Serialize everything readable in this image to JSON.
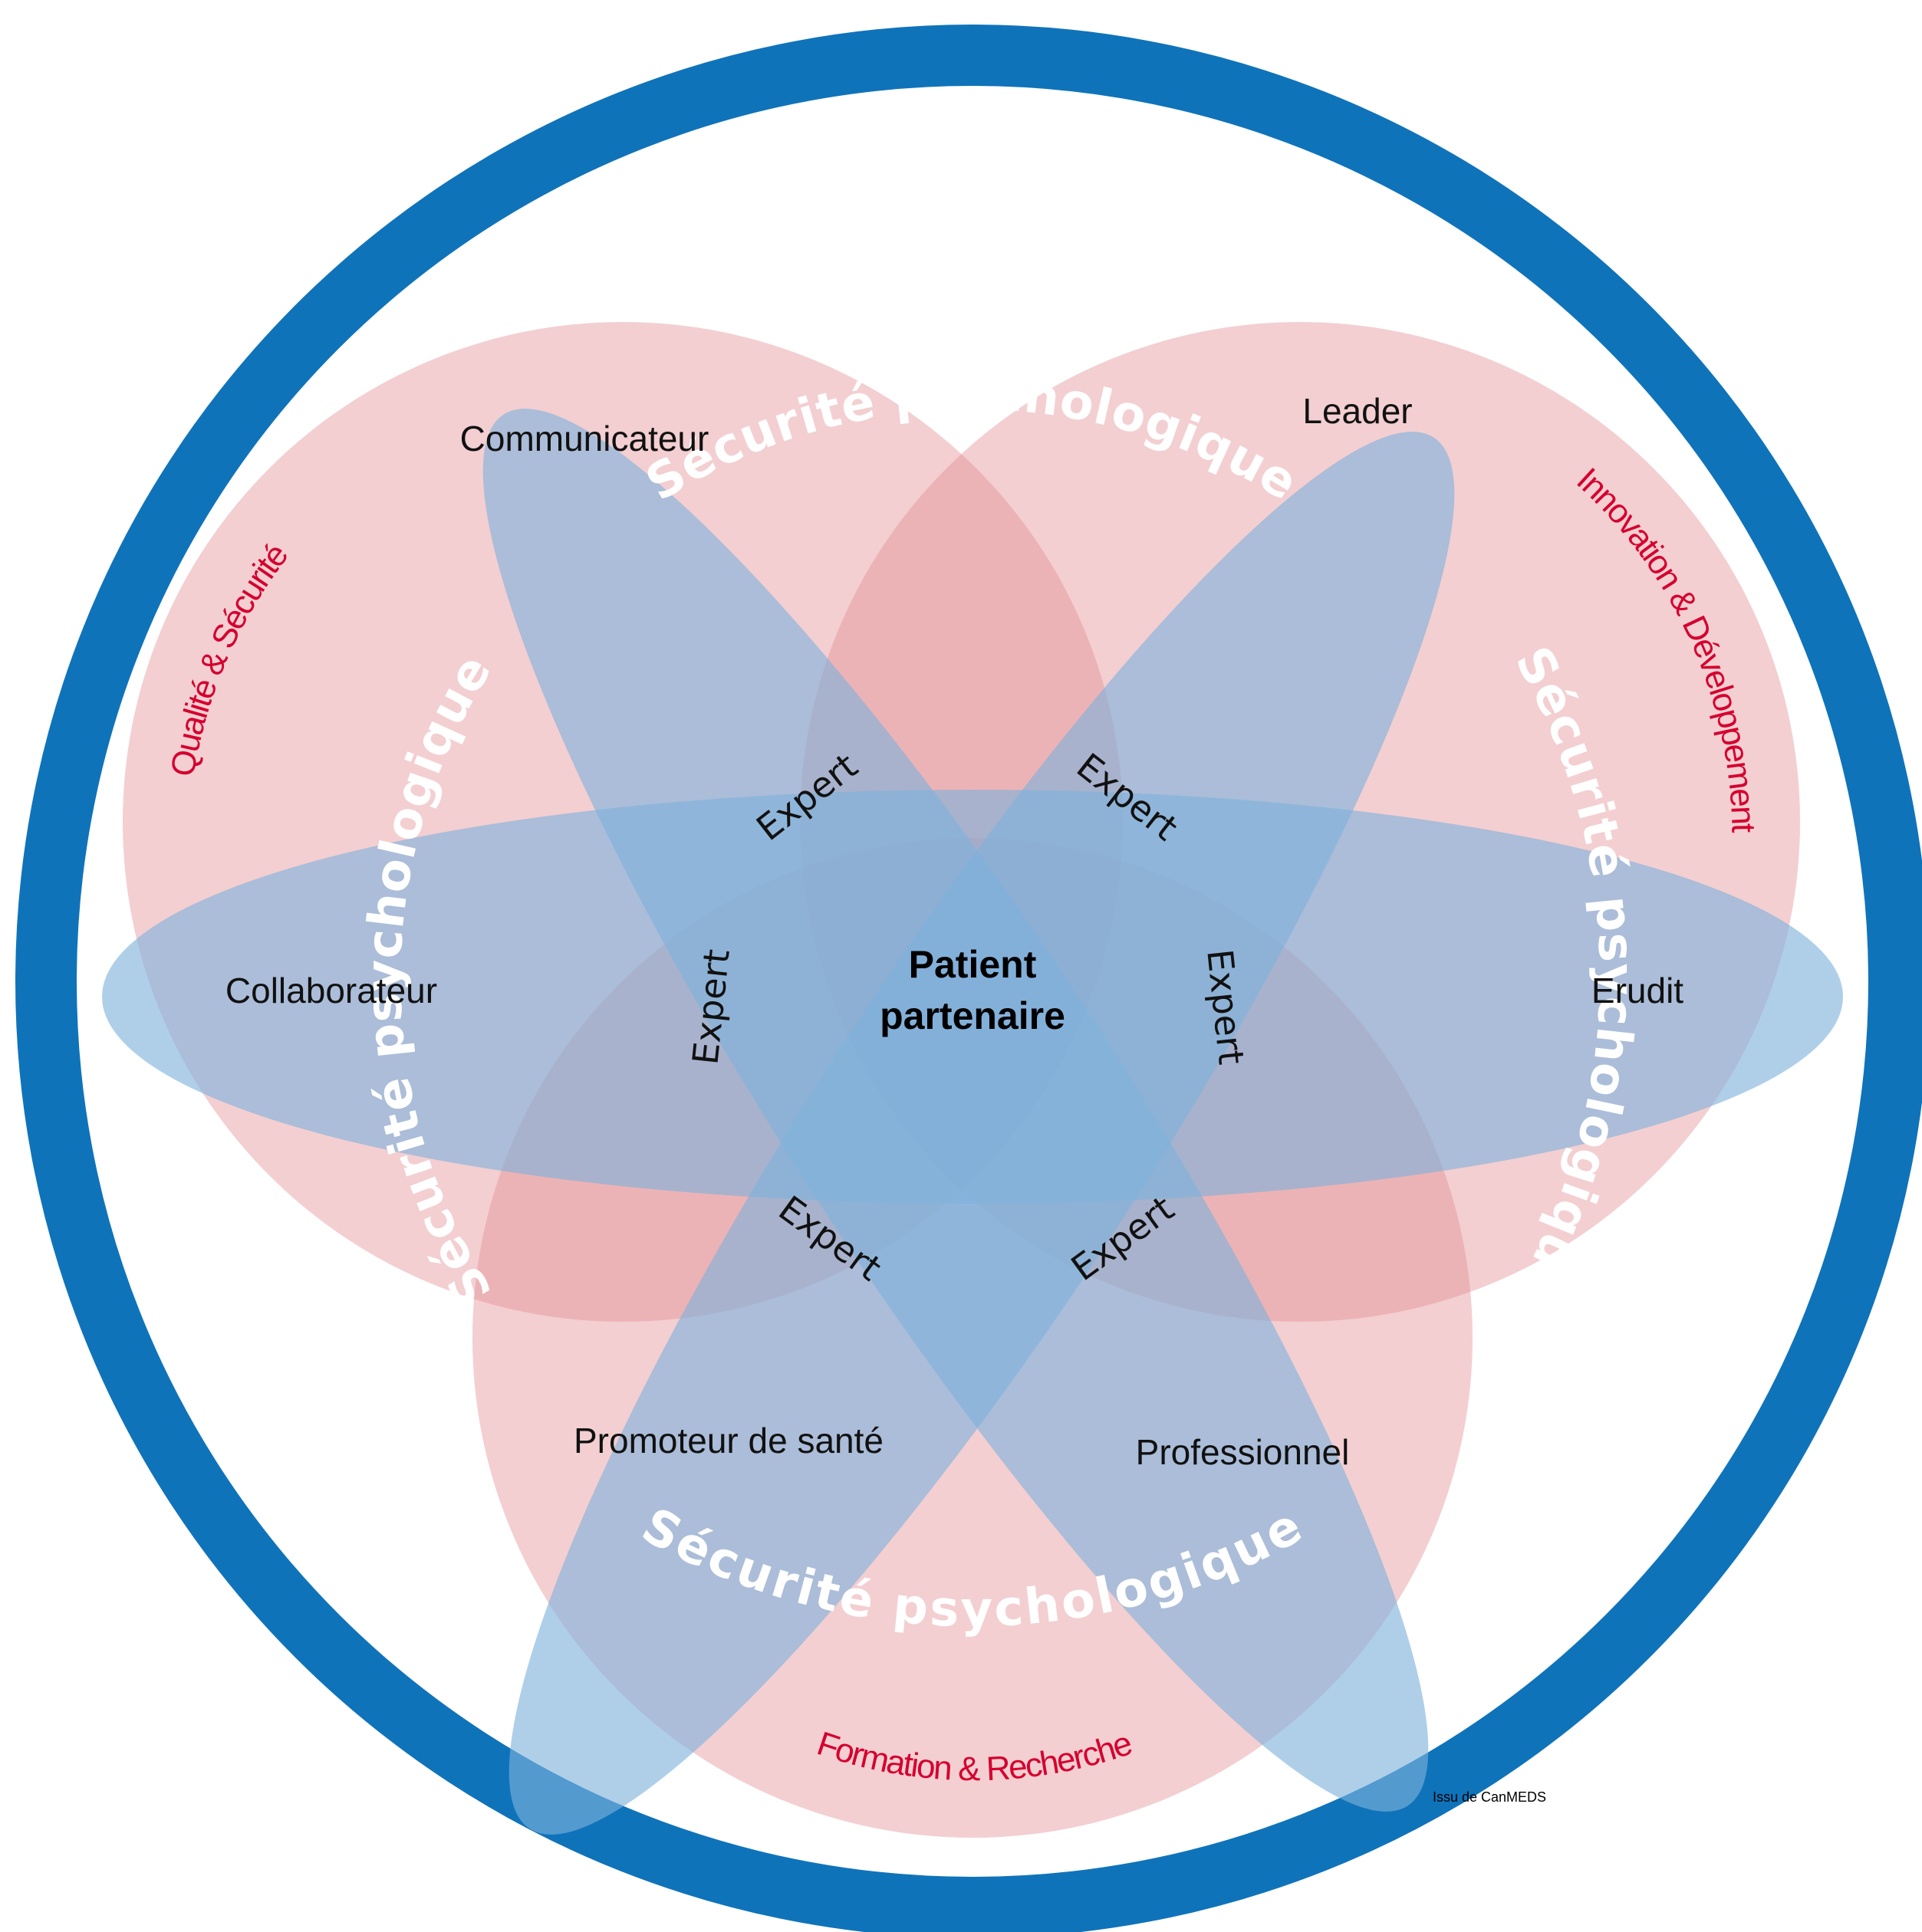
{
  "colors": {
    "ring": "#0f73ba",
    "red_circle": "#e28d92",
    "blue_ellipse": "#7eb2dc",
    "domain_text": "#d5002f",
    "background": "#ffffff"
  },
  "ring": {
    "label_top": "Sécurité psychologique",
    "label_bottom": "Sécurité psychologique",
    "label_left": "Sécurité psychologique",
    "label_right": "Sécurité psychologique"
  },
  "domains": {
    "top_left": "Qualité & Sécurité",
    "top_right": "Innovation & Développement",
    "bottom": "Formation & Recherche"
  },
  "roles": {
    "communicator": "Communicateur",
    "leader": "Leader",
    "collaborator": "Collaborateur",
    "scholar": "Erudit",
    "health_advocate": "Promoteur de santé",
    "professional": "Professionnel"
  },
  "expert": {
    "upper_left": "Expert",
    "upper_right": "Expert",
    "left": "Expert",
    "right": "Expert",
    "lower_left": "Expert",
    "lower_right": "Expert"
  },
  "center": {
    "line1": "Patient",
    "line2": "partenaire"
  },
  "source": "Issu de CanMEDS"
}
